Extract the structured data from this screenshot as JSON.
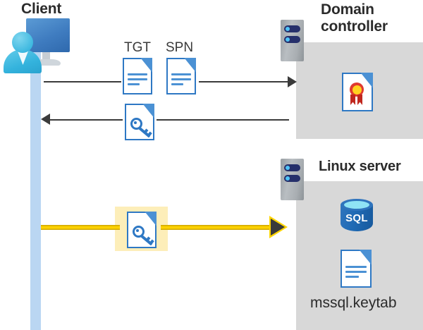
{
  "diagram": {
    "title": "Kerberos authentication flow between client, domain controller and Linux server",
    "actors": {
      "client": {
        "label": "Client",
        "icon": "user-computer-icon"
      },
      "domain_controller": {
        "label": "Domain\ncontroller",
        "icon": "server-rack-icon",
        "contents": [
          {
            "icon": "certificate-document-icon",
            "label": ""
          }
        ]
      },
      "linux_server": {
        "label": "Linux server",
        "icon": "server-rack-icon",
        "contents": [
          {
            "icon": "sql-database-icon",
            "label": "SQL"
          },
          {
            "icon": "document-icon",
            "label": "mssql.keytab"
          }
        ]
      }
    },
    "messages": [
      {
        "id": "request",
        "from": "client",
        "to": "domain_controller",
        "direction": "right",
        "style": "thin-black-arrow",
        "payload": [
          {
            "label": "TGT",
            "icon": "document-icon"
          },
          {
            "label": "SPN",
            "icon": "document-icon"
          }
        ]
      },
      {
        "id": "response",
        "from": "domain_controller",
        "to": "client",
        "direction": "left",
        "style": "thin-black-arrow",
        "payload": [
          {
            "label": "",
            "icon": "key-document-icon"
          }
        ]
      },
      {
        "id": "service-ticket",
        "from": "client",
        "to": "linux_server",
        "direction": "right",
        "style": "thick-yellow-arrow",
        "highlighted": true,
        "payload": [
          {
            "label": "",
            "icon": "key-document-icon"
          }
        ]
      }
    ],
    "labels": {
      "client": "Client",
      "domain_controller_line1": "Domain",
      "domain_controller_line2": "controller",
      "linux_server": "Linux server",
      "tgt": "TGT",
      "spn": "SPN",
      "sql": "SQL",
      "keytab_file": "mssql.keytab"
    },
    "colors": {
      "accent_blue": "#2e78c4",
      "doc_fold_blue": "#4b91d4",
      "monitor_blue": "#3f7cc0",
      "person_cyan": "#34b3dd",
      "lifeline_blue": "#bad6f2",
      "container_gray": "#d8d8d8",
      "server_gray": "#a9aeb2",
      "server_bar_navy": "#26306b",
      "server_led_blue": "#4fc3f7",
      "highlight_yellow": "#fdeeb9",
      "arrow_yellow": "#ffd400",
      "arrow_black": "#3b3b3b",
      "seal_red": "#e03a2f",
      "seal_gold": "#ffd21f",
      "sql_blue": "#1f6ab4",
      "sql_top_cyan": "#8fe3f5",
      "text_dark": "#2b2b2b",
      "background": "#ffffff"
    }
  }
}
